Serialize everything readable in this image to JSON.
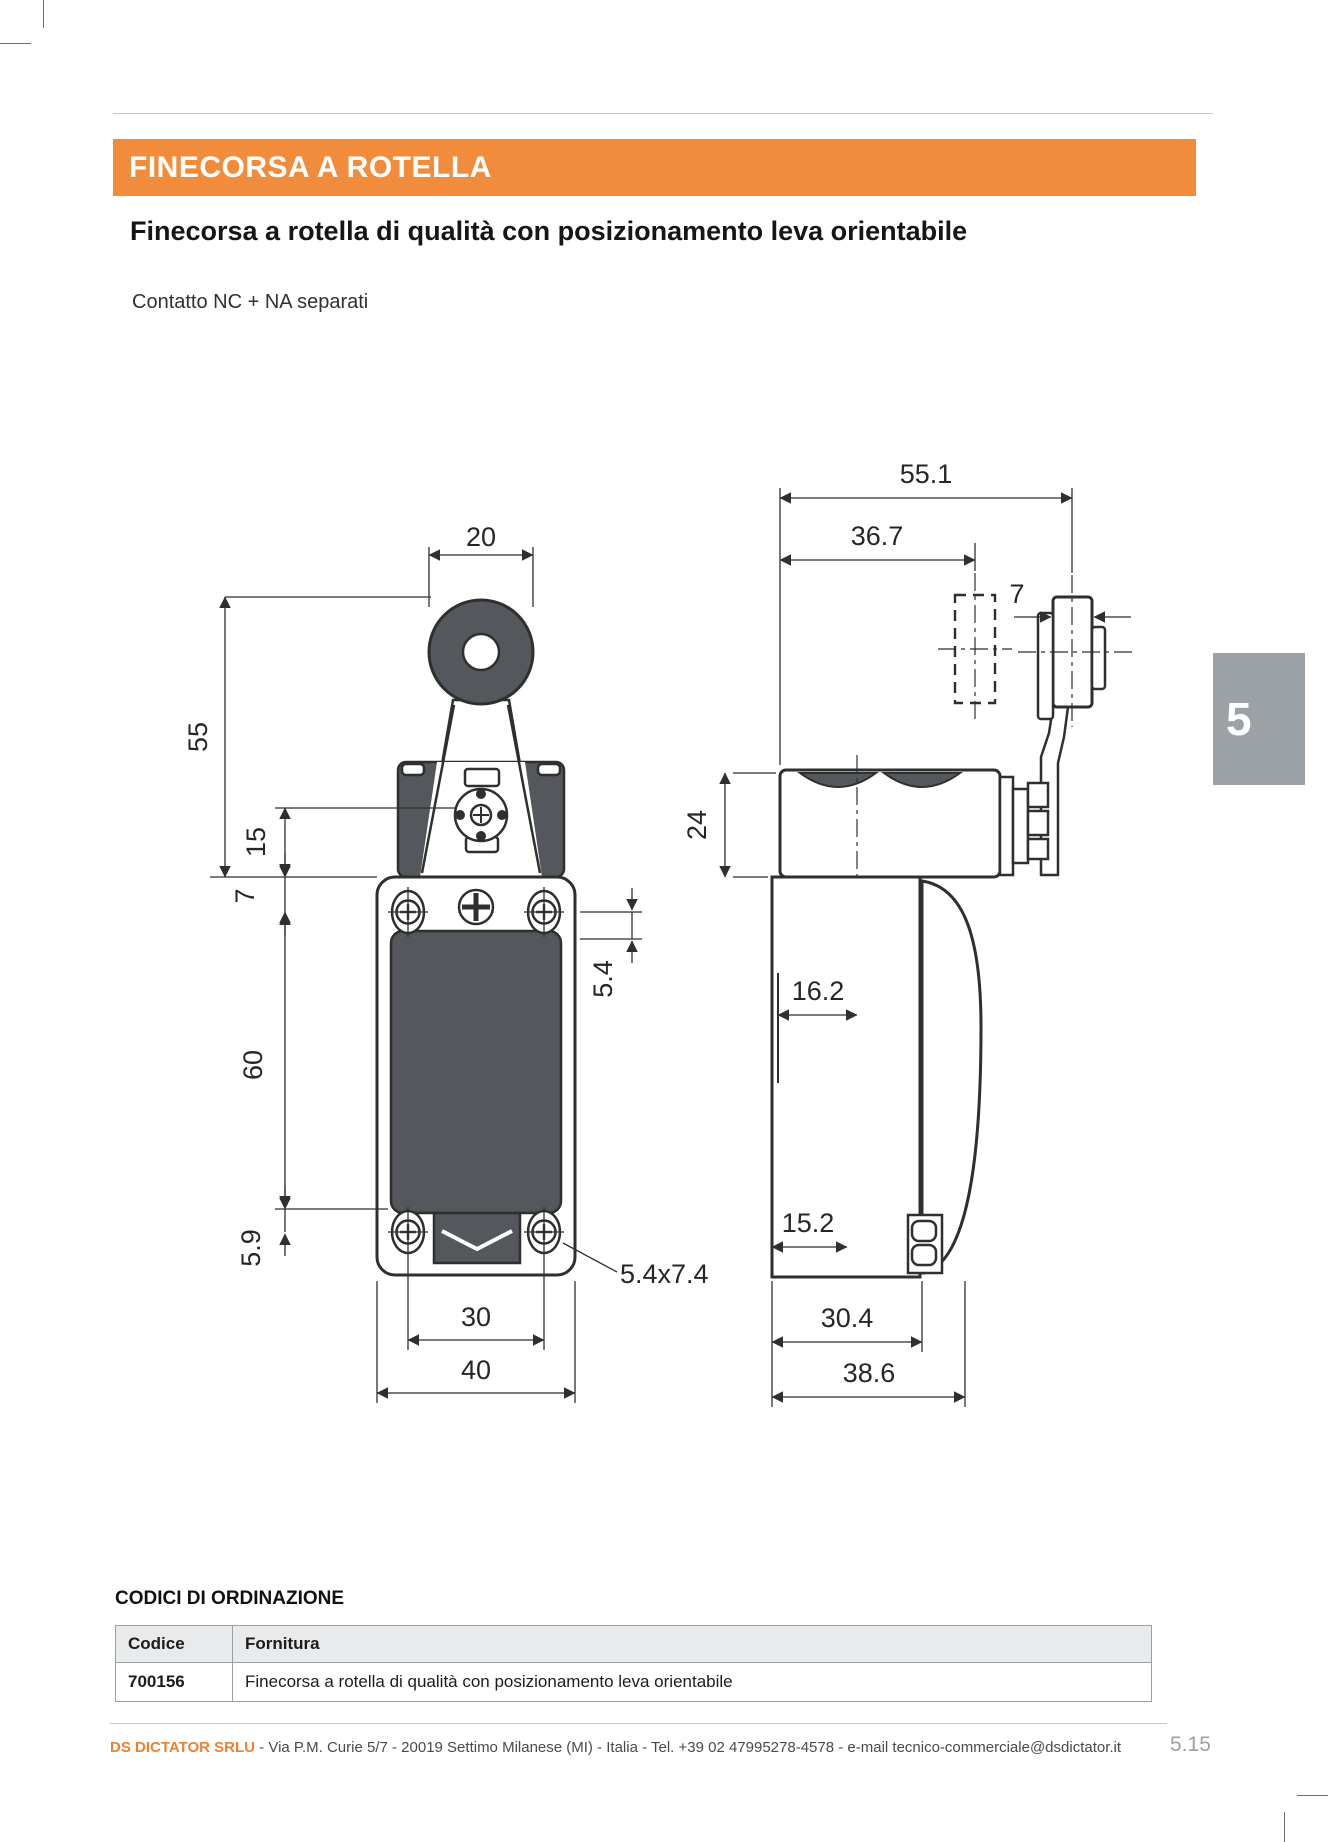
{
  "page": {
    "section_banner": "FINECORSA A ROTELLA",
    "title": "Finecorsa a rotella di qualità con posizionamento leva orientabile",
    "subtitle": "Contatto NC + NA separati",
    "tab_number": "5",
    "page_number": "5.15"
  },
  "colors": {
    "accent_orange": "#F28C3D",
    "brand_orange": "#EE8030",
    "tab_gray": "#9CA1A5",
    "drawing_fill_gray": "#54575B"
  },
  "dims": {
    "front": {
      "roller_width": "20",
      "lever_length": "55",
      "pivot_offset": "15",
      "flange_to_hole": "7",
      "hole_spacing_v": "60",
      "bottom_offset": "5.9",
      "side_offset": "5.4",
      "slot_size": "5.4x7.4",
      "hole_spacing_h": "30",
      "body_width": "40"
    },
    "side": {
      "total_width": "55.1",
      "head_width": "36.7",
      "roller_thickness": "7",
      "head_height": "24",
      "upper_inset": "16.2",
      "lower_inset": "15.2",
      "body_depth": "30.4",
      "total_depth": "38.6"
    }
  },
  "ordering": {
    "heading": "CODICI DI ORDINAZIONE",
    "headers": [
      "Codice",
      "Fornitura"
    ],
    "rows": [
      {
        "code": "700156",
        "description": "Finecorsa a rotella di qualità con posizionamento leva orientabile"
      }
    ]
  },
  "footer": {
    "brand": "DS DICTATOR SRLU",
    "info": " - Via P.M. Curie 5/7 - 20019 Settimo Milanese (MI) - Italia - Tel. +39 02 47995278-4578 - e-mail tecnico-commerciale@dsdictator.it"
  }
}
